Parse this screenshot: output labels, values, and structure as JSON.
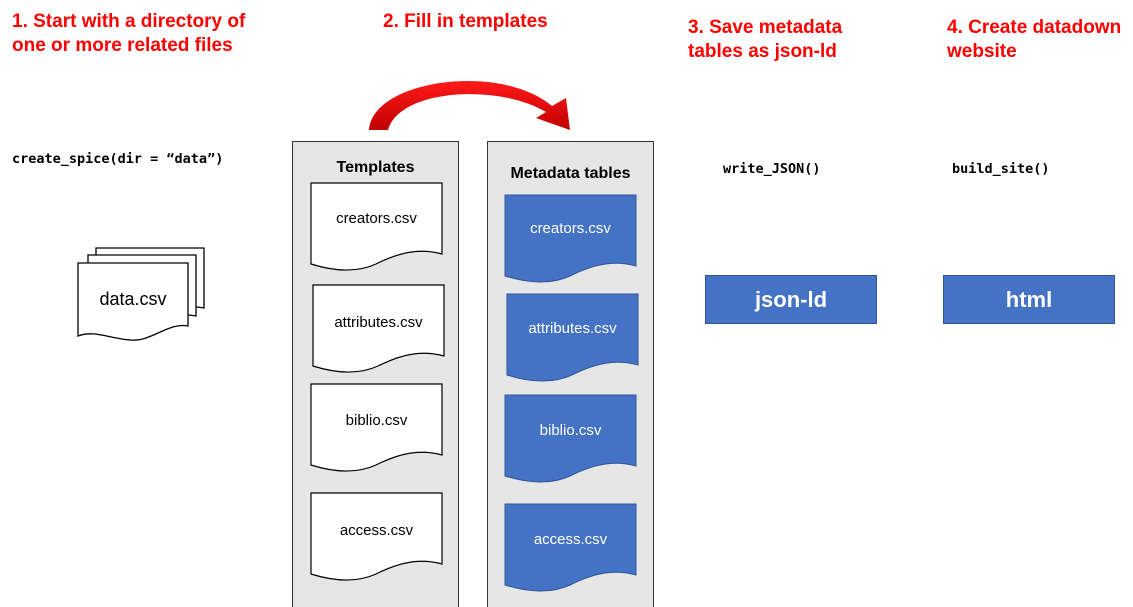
{
  "steps": [
    {
      "line1": "1. Start with a directory of",
      "line2": "one or more related files"
    },
    {
      "line1": "2. Fill in templates"
    },
    {
      "line1": "3. Save metadata",
      "line2": "tables as json-ld"
    },
    {
      "line1": "4. Create datadown",
      "line2": "website"
    }
  ],
  "code": {
    "create": "create_spice(dir = “data”)",
    "write": "write_JSON()",
    "build": "build_site()"
  },
  "data_file": "data.csv",
  "templates": {
    "title": "Templates",
    "files": [
      "creators.csv",
      "attributes.csv",
      "biblio.csv",
      "access.csv"
    ]
  },
  "metadata_tables": {
    "title": "Metadata tables",
    "files": [
      "creators.csv",
      "attributes.csv",
      "biblio.csv",
      "access.csv"
    ]
  },
  "outputs": {
    "json": "json-ld",
    "html": "html"
  },
  "colors": {
    "accent": "#ff0000",
    "blue": "#4472c4",
    "panel": "#e6e6e6"
  }
}
